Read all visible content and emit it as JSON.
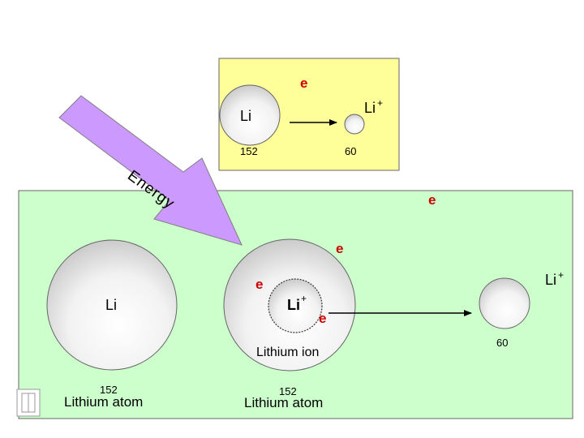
{
  "top_panel": {
    "electron_label": "e",
    "atom_label": "Li",
    "ion_label": "Li",
    "ion_charge": "+",
    "atom_radius": "152",
    "ion_radius": "60"
  },
  "arrow": {
    "label": "Energy"
  },
  "bottom_panel": {
    "atom_left_label": "Li",
    "atom_left_radius": "152",
    "atom_left_caption": "Lithium atom",
    "center_ion_label": "Li",
    "center_ion_charge": "+",
    "center_caption": "Lithium ion",
    "center_radius": "152",
    "center_atom_caption": "Lithium atom",
    "electron_labels": [
      "e",
      "e",
      "e",
      "e"
    ],
    "ion_right_label": "Li",
    "ion_right_charge": "+",
    "ion_right_radius": "60"
  },
  "colors": {
    "top_panel_fill": "#ffff99",
    "bottom_panel_fill": "#ccffcc",
    "electron_red": "#cc0000",
    "arrow_fill": "#cc99ff"
  }
}
